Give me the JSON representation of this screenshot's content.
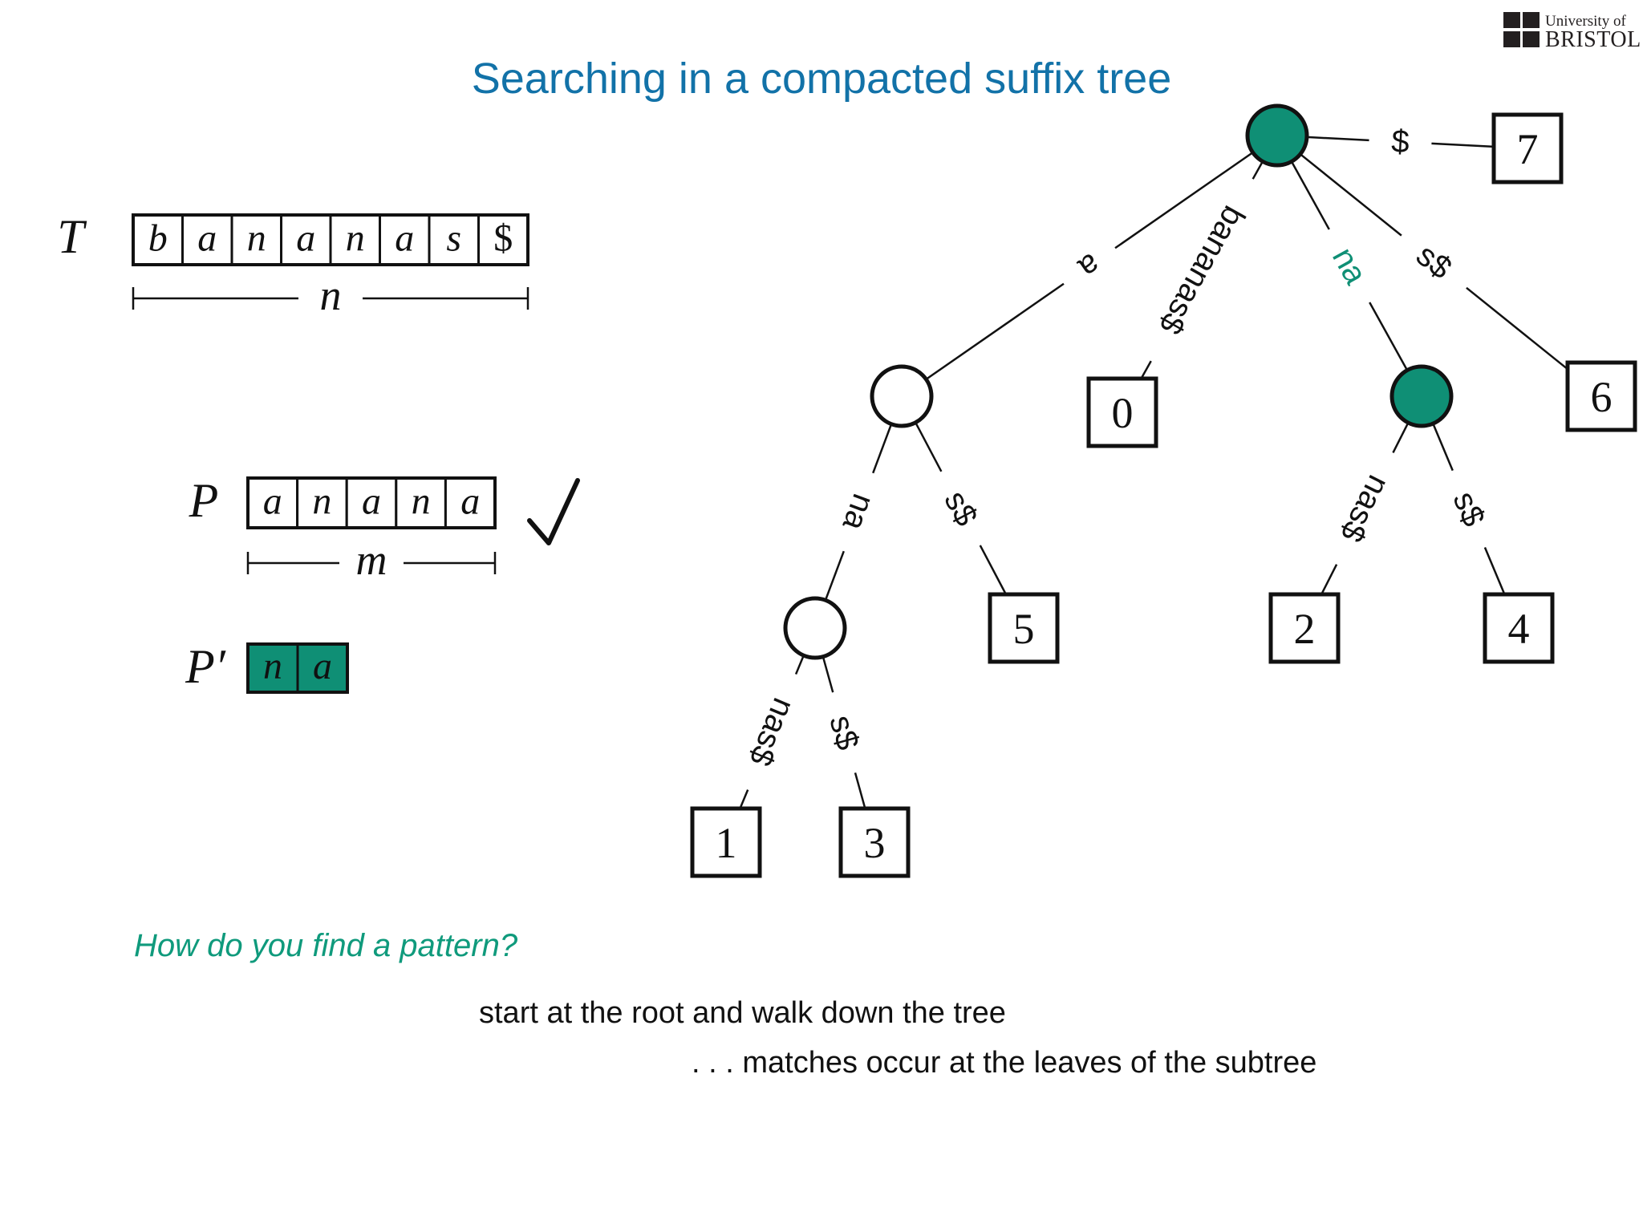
{
  "slide": {
    "title": "Searching in a compacted suffix tree",
    "logo": {
      "line1": "University of",
      "line2": "BRISTOL"
    },
    "question": "How do you find a pattern?",
    "answer_line1": "start at the root and walk down the tree",
    "answer_line2": ". . . matches occur at the leaves of the subtree"
  },
  "arrays": {
    "T": {
      "label": "T",
      "cells": [
        "b",
        "a",
        "n",
        "a",
        "n",
        "a",
        "s",
        "$"
      ],
      "length_label": "n"
    },
    "P": {
      "label": "P",
      "cells": [
        "a",
        "n",
        "a",
        "n",
        "a"
      ],
      "length_label": "m",
      "check": "✓"
    },
    "P_prime": {
      "label": "P′",
      "cells": [
        "n",
        "a"
      ]
    }
  },
  "tree": {
    "nodes": [
      {
        "id": "root",
        "kind": "internal",
        "highlight": true
      },
      {
        "id": "a",
        "kind": "internal",
        "highlight": false
      },
      {
        "id": "ana",
        "kind": "internal",
        "highlight": false
      },
      {
        "id": "na",
        "kind": "internal",
        "highlight": true
      },
      {
        "id": "leaf7",
        "kind": "leaf",
        "label": "7"
      },
      {
        "id": "leaf0",
        "kind": "leaf",
        "label": "0"
      },
      {
        "id": "leaf6",
        "kind": "leaf",
        "label": "6"
      },
      {
        "id": "leaf5",
        "kind": "leaf",
        "label": "5"
      },
      {
        "id": "leaf1",
        "kind": "leaf",
        "label": "1"
      },
      {
        "id": "leaf3",
        "kind": "leaf",
        "label": "3"
      },
      {
        "id": "leaf2",
        "kind": "leaf",
        "label": "2"
      },
      {
        "id": "leaf4",
        "kind": "leaf",
        "label": "4"
      }
    ],
    "edges": [
      {
        "from": "root",
        "to": "leaf7",
        "label": "$",
        "highlight": false
      },
      {
        "from": "root",
        "to": "a",
        "label": "a",
        "highlight": false
      },
      {
        "from": "root",
        "to": "leaf0",
        "label": "bananas$",
        "highlight": false
      },
      {
        "from": "root",
        "to": "na",
        "label": "na",
        "highlight": true
      },
      {
        "from": "root",
        "to": "leaf6",
        "label": "s$",
        "highlight": false
      },
      {
        "from": "a",
        "to": "ana",
        "label": "na",
        "highlight": false
      },
      {
        "from": "a",
        "to": "leaf5",
        "label": "s$",
        "highlight": false
      },
      {
        "from": "ana",
        "to": "leaf1",
        "label": "nas$",
        "highlight": false
      },
      {
        "from": "ana",
        "to": "leaf3",
        "label": "s$",
        "highlight": false
      },
      {
        "from": "na",
        "to": "leaf2",
        "label": "nas$",
        "highlight": false
      },
      {
        "from": "na",
        "to": "leaf4",
        "label": "s$",
        "highlight": false
      }
    ]
  },
  "colors": {
    "title": "#1272a8",
    "teal": "#0f8f75",
    "question": "#0f9a7c",
    "ink": "#111111"
  }
}
